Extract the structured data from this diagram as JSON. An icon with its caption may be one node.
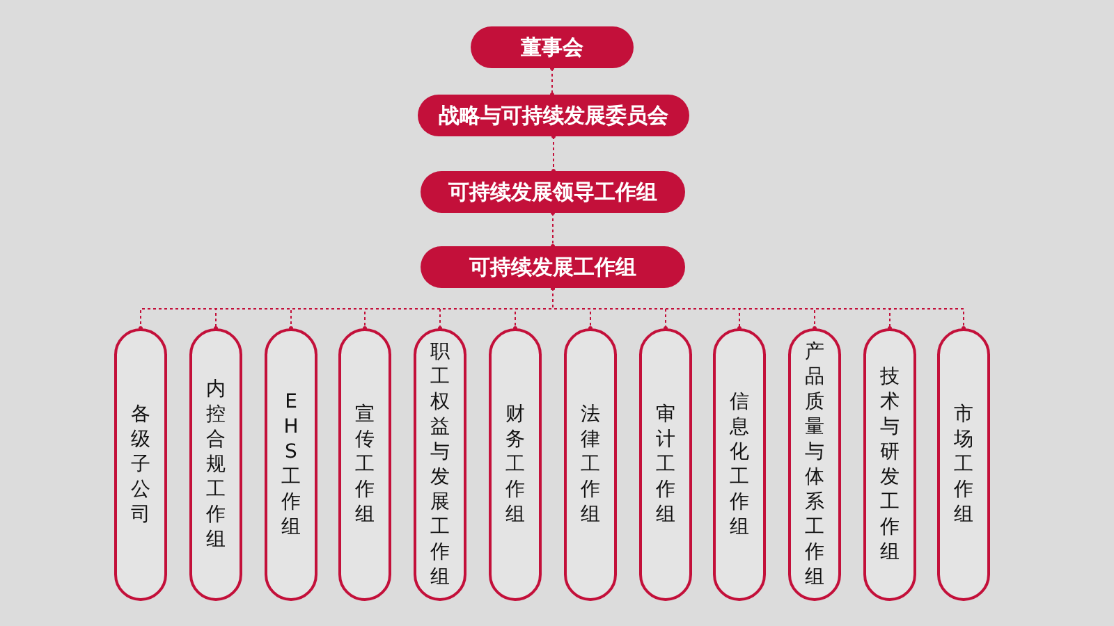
{
  "diagram": {
    "nodes": [
      {
        "text": [
          "董事会"
        ]
      },
      {
        "text": [
          "战略与可持续发展委员会"
        ]
      },
      {
        "text": [
          "可持续发展领导工作组"
        ]
      },
      {
        "text": [
          "可持续发展工作组"
        ]
      },
      {
        "text": [
          "各级子公司"
        ]
      },
      {
        "text": [
          "内控合规工作组"
        ]
      },
      {
        "text": [
          "EHS工作组"
        ]
      },
      {
        "text": [
          "宣传工作组"
        ]
      },
      {
        "text": [
          "职工权益与发展工作组"
        ]
      },
      {
        "text": [
          "财务工作组"
        ]
      },
      {
        "text": [
          "法律工作组"
        ]
      },
      {
        "text": [
          "审计工作组"
        ]
      },
      {
        "text": [
          "信息化工作组"
        ]
      },
      {
        "text": [
          "产品质量与体系工作组"
        ]
      },
      {
        "text": [
          "技术与研发工作组"
        ]
      },
      {
        "text": [
          "市场工作组"
        ]
      }
    ],
    "edges": [
      {
        "from": 0,
        "to": 1,
        "arrow": "other",
        "style": "dashed"
      },
      {
        "from": 1,
        "to": 2,
        "arrow": "other",
        "style": "dashed"
      },
      {
        "from": 2,
        "to": 3,
        "arrow": "other",
        "style": "dashed"
      },
      {
        "from": 3,
        "to": 4,
        "arrow": "other",
        "style": "dashed"
      },
      {
        "from": 3,
        "to": 5,
        "arrow": "other",
        "style": "dashed"
      },
      {
        "from": 3,
        "to": 6,
        "arrow": "other",
        "style": "dashed"
      },
      {
        "from": 3,
        "to": 7,
        "arrow": "other",
        "style": "dashed"
      },
      {
        "from": 3,
        "to": 8,
        "arrow": "other",
        "style": "dashed"
      },
      {
        "from": 3,
        "to": 9,
        "arrow": "other",
        "style": "dashed"
      },
      {
        "from": 3,
        "to": 10,
        "arrow": "other",
        "style": "dashed"
      },
      {
        "from": 3,
        "to": 11,
        "arrow": "other",
        "style": "dashed"
      },
      {
        "from": 3,
        "to": 12,
        "arrow": "other",
        "style": "dashed"
      },
      {
        "from": 3,
        "to": 13,
        "arrow": "other",
        "style": "dashed"
      },
      {
        "from": 3,
        "to": 14,
        "arrow": "other",
        "style": "dashed"
      },
      {
        "from": 3,
        "to": 15,
        "arrow": "other",
        "style": "dashed"
      }
    ]
  }
}
